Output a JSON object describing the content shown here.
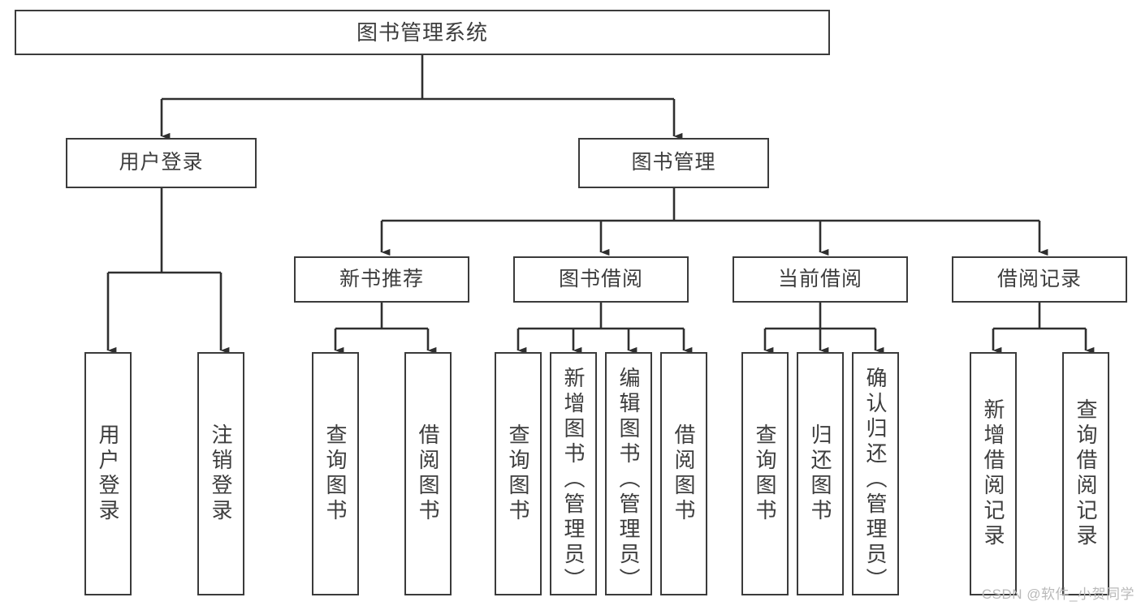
{
  "diagram": {
    "type": "tree-hierarchy-chart",
    "title_node": {
      "label": "图书管理系统"
    },
    "level2": [
      {
        "id": "user-login",
        "label": "用户登录"
      },
      {
        "id": "book-management",
        "label": "图书管理"
      }
    ],
    "level3": [
      {
        "id": "new-book-recommend",
        "label": "新书推荐"
      },
      {
        "id": "book-borrow",
        "label": "图书借阅"
      },
      {
        "id": "current-borrow",
        "label": "当前借阅"
      },
      {
        "id": "borrow-record",
        "label": "借阅记录"
      }
    ],
    "leaves": {
      "user_login": [
        {
          "id": "leaf-user-login",
          "label": "用户登录"
        },
        {
          "id": "leaf-logout-login",
          "label": "注销登录"
        }
      ],
      "new_book_recommend": [
        {
          "id": "leaf-query-book-1",
          "label": "查询图书"
        },
        {
          "id": "leaf-borrow-book-1",
          "label": "借阅图书"
        }
      ],
      "book_borrow": [
        {
          "id": "leaf-query-book-2",
          "label": "查询图书"
        },
        {
          "id": "leaf-add-book",
          "label": "新增图书（管理员）"
        },
        {
          "id": "leaf-edit-book",
          "label": "编辑图书（管理员）"
        },
        {
          "id": "leaf-borrow-book-2",
          "label": "借阅图书"
        }
      ],
      "current_borrow": [
        {
          "id": "leaf-query-book-3",
          "label": "查询图书"
        },
        {
          "id": "leaf-return-book",
          "label": "归还图书"
        },
        {
          "id": "leaf-confirm-return",
          "label": "确认归还（管理员）"
        }
      ],
      "borrow_record": [
        {
          "id": "leaf-add-borrow-record",
          "label": "新增借阅记录"
        },
        {
          "id": "leaf-query-borrow-record",
          "label": "查询借阅记录"
        }
      ]
    },
    "watermark": "CSDN @软件_小贺同学",
    "colors": {
      "box_border": "#3b3b3b",
      "text": "#3d3d3d",
      "edge": "#2f2f2f",
      "background": "#ffffff",
      "watermark": "#b9b9b9"
    }
  }
}
